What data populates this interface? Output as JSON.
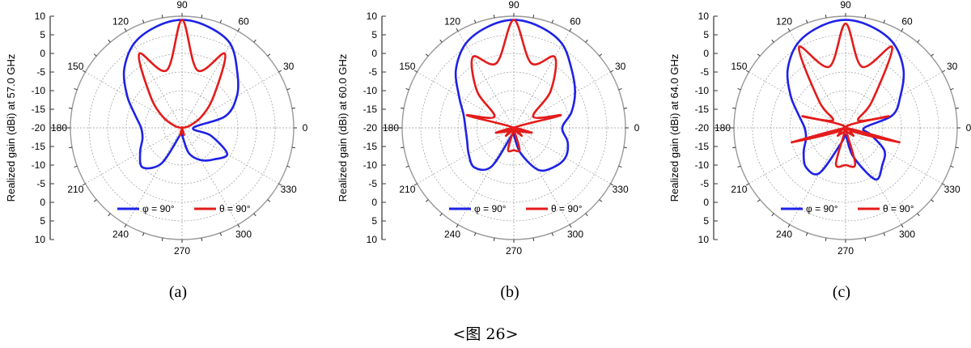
{
  "figure_label": "<图 26>",
  "panels": [
    {
      "caption": "(a)",
      "ylabel": "Realized gain (dBi) at 57.0 GHz"
    },
    {
      "caption": "(b)",
      "ylabel": "Realized gain (dBi) at 60.0 GHz"
    },
    {
      "caption": "(c)",
      "ylabel": "Realized gain (dBi) at 64.0 GHz"
    }
  ],
  "legend": {
    "phi_label": "φ = 90°",
    "theta_label": "θ = 90°"
  },
  "colors": {
    "phi": "#1e22e6",
    "theta": "#e41b1b",
    "grid": "#999999",
    "axis": "#333333"
  },
  "radial_ticks": [
    "10",
    "5",
    "0",
    "-5",
    "-10",
    "-15",
    "-20",
    "-15",
    "-10",
    "-5",
    "0",
    "5",
    "10"
  ],
  "angle_labels": [
    "0",
    "30",
    "60",
    "90",
    "120",
    "150",
    "180",
    "210",
    "240",
    "270",
    "300",
    "330"
  ],
  "chart_data": [
    {
      "type": "polar",
      "rlim": [
        -20,
        10
      ],
      "angles_deg": [
        0,
        15,
        30,
        45,
        60,
        75,
        90,
        105,
        120,
        135,
        150,
        165,
        180,
        195,
        210,
        225,
        240,
        255,
        270,
        285,
        300,
        315,
        330,
        345
      ],
      "series": [
        {
          "name": "φ = 90°",
          "values": [
            -17,
            -8,
            -3,
            1,
            6,
            8,
            9,
            8,
            6,
            2,
            -3,
            -7,
            -9,
            -9,
            -7,
            -5,
            -9,
            -18,
            -18,
            -13,
            -10,
            -8,
            -6,
            -12
          ]
        },
        {
          "name": "θ = 90°",
          "values": [
            -20,
            -18,
            -14,
            -8,
            3,
            -4,
            9,
            -4,
            3,
            -8,
            -14,
            -18,
            -20,
            -20,
            -20,
            -20,
            -20,
            -18,
            -19,
            -18,
            -20,
            -20,
            -20,
            -20
          ]
        }
      ]
    },
    {
      "type": "polar",
      "rlim": [
        -20,
        10
      ],
      "angles_deg": [
        0,
        15,
        30,
        45,
        60,
        75,
        90,
        105,
        120,
        135,
        150,
        165,
        180,
        195,
        210,
        225,
        240,
        255,
        270,
        285,
        300,
        315,
        330,
        345
      ],
      "series": [
        {
          "name": "φ = 90°",
          "values": [
            -7,
            -4,
            -1,
            2,
            6,
            8,
            9,
            8,
            6,
            2,
            -3,
            -6,
            -7,
            -7,
            -6,
            -5,
            -8,
            -18,
            -18,
            -13,
            -7,
            -5,
            -4,
            -5
          ]
        },
        {
          "name": "θ = 90°",
          "values": [
            -20,
            -7,
            -14,
            -6,
            2,
            -2,
            9,
            -2,
            2,
            -6,
            -14,
            -7,
            -20,
            -15,
            -20,
            -17,
            -20,
            -14,
            -14,
            -14,
            -20,
            -17,
            -20,
            -15
          ]
        }
      ]
    },
    {
      "type": "polar",
      "rlim": [
        -20,
        10
      ],
      "angles_deg": [
        0,
        15,
        30,
        45,
        60,
        75,
        90,
        105,
        120,
        135,
        150,
        165,
        180,
        195,
        210,
        225,
        240,
        255,
        270,
        285,
        300,
        315,
        330,
        345
      ],
      "series": [
        {
          "name": "φ = 90°",
          "values": [
            -15,
            -7,
            -3,
            2,
            6,
            8,
            9,
            8,
            6,
            2,
            -3,
            -7,
            -9,
            -9,
            -7,
            -5,
            -6,
            -16,
            -18,
            -12,
            -4,
            -6,
            -8,
            -13
          ]
        },
        {
          "name": "θ = 90°",
          "values": [
            -20,
            -8,
            -16,
            -10,
            5,
            -3,
            8,
            -3,
            5,
            -10,
            -16,
            -8,
            -20,
            -5,
            -20,
            -17,
            -20,
            -10,
            -10,
            -10,
            -20,
            -17,
            -20,
            -5
          ]
        }
      ]
    }
  ]
}
